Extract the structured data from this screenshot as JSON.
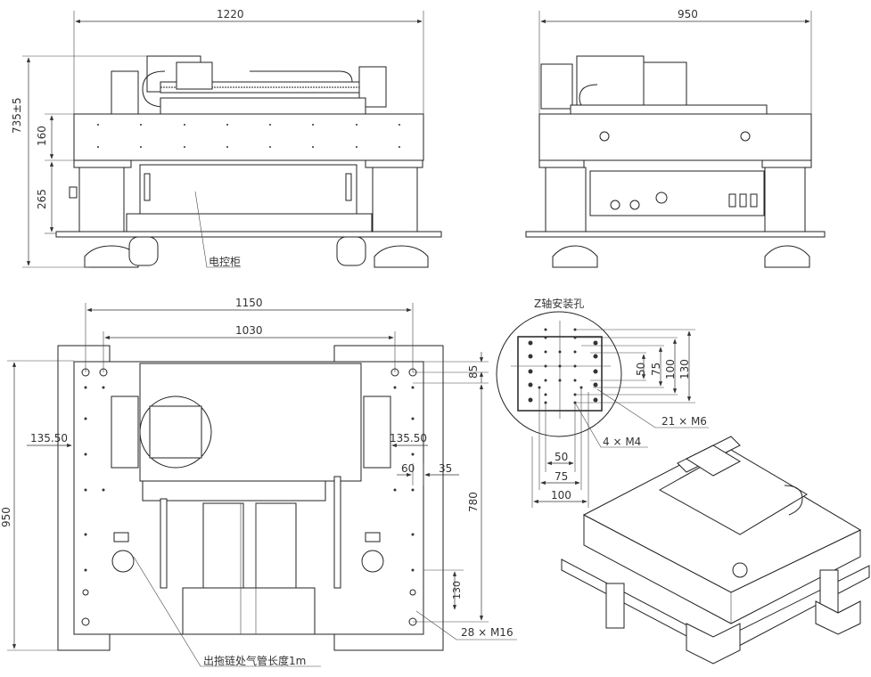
{
  "front_view": {
    "width_dim": "1220",
    "height_total_dim": "735±5",
    "top_dim": "160",
    "lower_dim": "265",
    "cabinet_label": "电控柜"
  },
  "side_view": {
    "width_dim": "950"
  },
  "top_view": {
    "dim_outer": "1150",
    "dim_inner": "1030",
    "dim_depth": "950",
    "dim_left_offset": "135.50",
    "dim_right_offset": "135.50",
    "dim_85": "85",
    "dim_780": "780",
    "dim_60": "60",
    "dim_35": "35",
    "dim_130": "130",
    "hole_label": "28 × M16",
    "hose_label": "出拖链处气管长度1m"
  },
  "detail": {
    "title": "Z轴安装孔",
    "v_dims": [
      "50",
      "75",
      "100",
      "130"
    ],
    "h_dims": [
      "50",
      "75",
      "100"
    ],
    "m6_label": "21 × M6",
    "m4_label": "4 × M4"
  }
}
